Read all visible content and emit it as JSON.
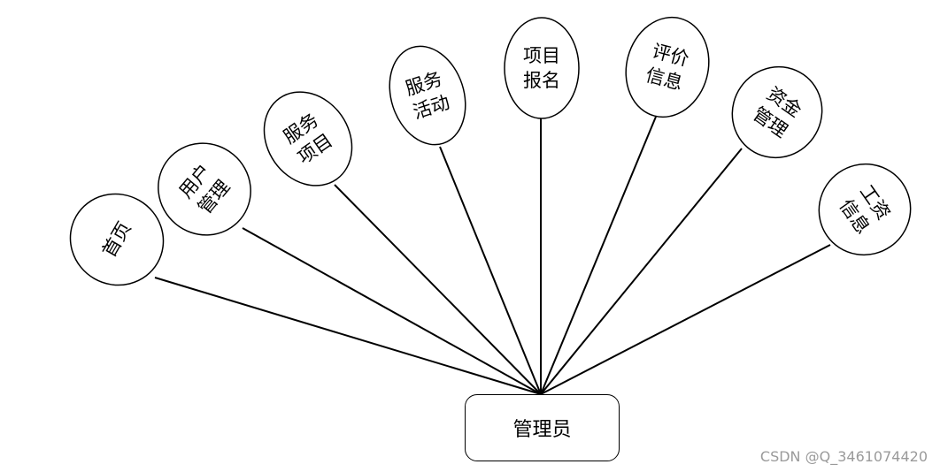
{
  "root": {
    "label": "管理员"
  },
  "nodes": [
    {
      "id": "home",
      "line1": "首页",
      "line2": ""
    },
    {
      "id": "user-mgmt",
      "line1": "用户",
      "line2": "管理"
    },
    {
      "id": "service-item",
      "line1": "服务",
      "line2": "项目"
    },
    {
      "id": "service-activity",
      "line1": "服务",
      "line2": "活动"
    },
    {
      "id": "project-signup",
      "line1": "项目",
      "line2": "报名"
    },
    {
      "id": "review-info",
      "line1": "评价",
      "line2": "信息"
    },
    {
      "id": "fund-mgmt",
      "line1": "资金",
      "line2": "管理"
    },
    {
      "id": "salary-info",
      "line1": "工资",
      "line2": "信息"
    }
  ],
  "watermark": "CSDN @Q_3461074420"
}
